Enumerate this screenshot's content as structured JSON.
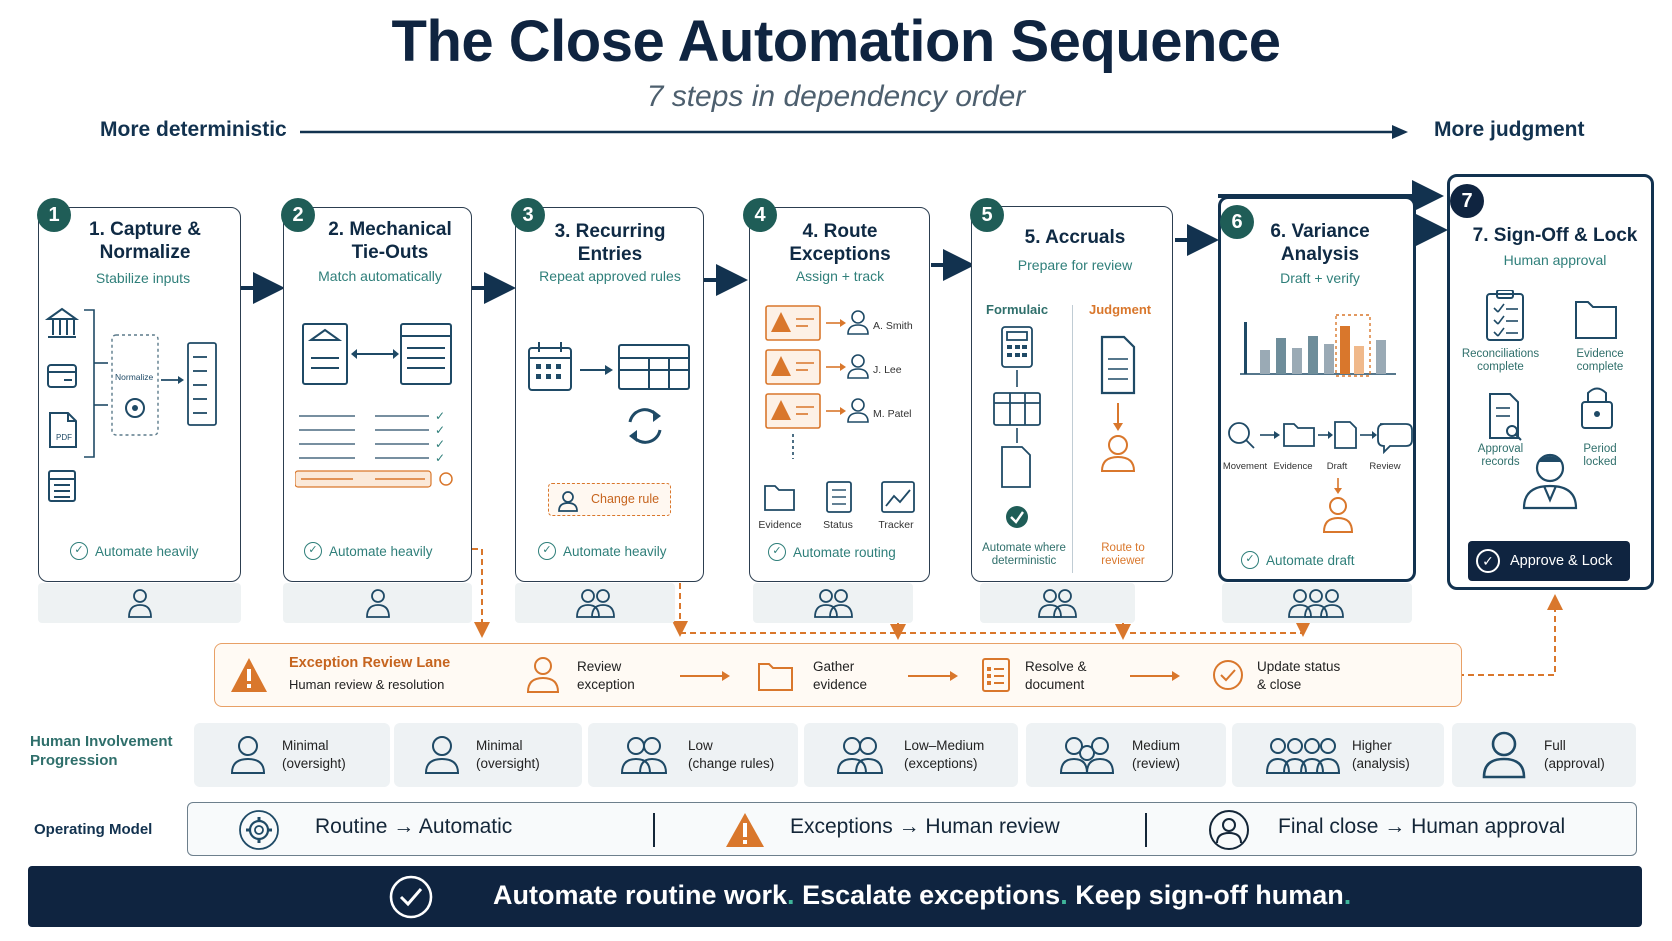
{
  "title": "The Close Automation Sequence",
  "subtitle": "7 steps in dependency order",
  "axis": {
    "left": "More deterministic",
    "right": "More judgment"
  },
  "steps": [
    {
      "num": "1",
      "title_l1": "1. Capture &",
      "title_l2": "Normalize",
      "sub": "Stabilize inputs",
      "foot": "Automate heavily",
      "inner": {
        "normalize": "Normalize",
        "pdf": "PDF"
      }
    },
    {
      "num": "2",
      "title_l1": "2. Mechanical",
      "title_l2": "Tie-Outs",
      "sub": "Match automatically",
      "foot": "Automate heavily"
    },
    {
      "num": "3",
      "title_l1": "3. Recurring",
      "title_l2": "Entries",
      "sub": "Repeat approved rules",
      "foot": "Automate heavily",
      "change_rule": "Change rule"
    },
    {
      "num": "4",
      "title_l1": "4. Route",
      "title_l2": "Exceptions",
      "sub": "Assign + track",
      "foot": "Automate routing",
      "assignees": [
        "A. Smith",
        "J. Lee",
        "M. Patel"
      ],
      "tools": [
        "Evidence",
        "Status",
        "Tracker"
      ]
    },
    {
      "num": "5",
      "title_l1": "5. Accruals",
      "sub": "Prepare for review",
      "col_left": "Formulaic",
      "col_right": "Judgment",
      "foot_left_l1": "Automate where",
      "foot_left_l2": "deterministic",
      "foot_right_l1": "Route to",
      "foot_right_l2": "reviewer"
    },
    {
      "num": "6",
      "title_l1": "6. Variance",
      "title_l2": "Analysis",
      "sub": "Draft + verify",
      "foot": "Automate draft",
      "flow": [
        "Movement",
        "Evidence",
        "Draft",
        "Review"
      ]
    },
    {
      "num": "7",
      "title_l1": "7. Sign-Off & Lock",
      "sub": "Human approval",
      "items": [
        {
          "l1": "Reconciliations",
          "l2": "complete"
        },
        {
          "l1": "Evidence",
          "l2": "complete"
        },
        {
          "l1": "Approval",
          "l2": "records"
        },
        {
          "l1": "Period",
          "l2": "locked"
        }
      ],
      "button": "Approve & Lock"
    }
  ],
  "lane": {
    "title": "Exception Review Lane",
    "subtitle": "Human review & resolution",
    "steps": [
      {
        "l1": "Review",
        "l2": "exception"
      },
      {
        "l1": "Gather",
        "l2": "evidence"
      },
      {
        "l1": "Resolve &",
        "l2": "document"
      },
      {
        "l1": "Update status",
        "l2": "& close"
      }
    ]
  },
  "human_involvement": {
    "label_l1": "Human Involvement",
    "label_l2": "Progression",
    "levels": [
      {
        "l1": "Minimal",
        "l2": "(oversight)"
      },
      {
        "l1": "Minimal",
        "l2": "(oversight)"
      },
      {
        "l1": "Low",
        "l2": "(change rules)"
      },
      {
        "l1": "Low–Medium",
        "l2": "(exceptions)"
      },
      {
        "l1": "Medium",
        "l2": "(review)"
      },
      {
        "l1": "Higher",
        "l2": "(analysis)"
      },
      {
        "l1": "Full",
        "l2": "(approval)"
      }
    ]
  },
  "operating_model": {
    "label": "Operating Model",
    "items": [
      {
        "from": "Routine",
        "to": "Automatic"
      },
      {
        "from": "Exceptions",
        "to": "Human review"
      },
      {
        "from": "Final close",
        "to": "Human approval"
      }
    ],
    "arrow": "→"
  },
  "banner": {
    "parts": [
      "Automate routine work",
      "Escalate exceptions",
      "Keep sign-off human"
    ],
    "dot": "."
  },
  "colors": {
    "navy": "#0f2440",
    "teal": "#2f7f7a",
    "orange": "#d9772c"
  }
}
